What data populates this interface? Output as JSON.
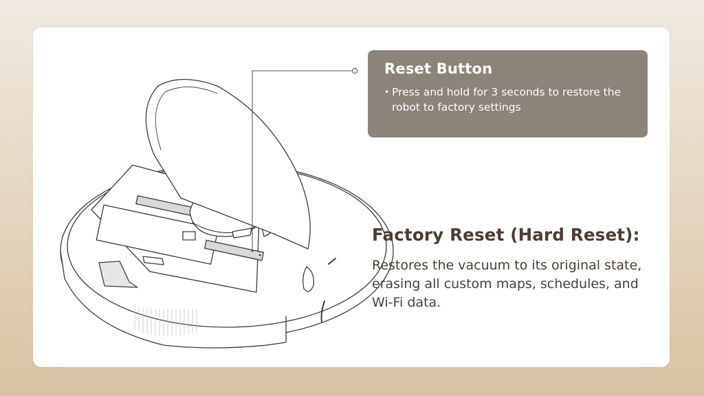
{
  "callout": {
    "title": "Reset Button",
    "text": "Press and hold for 3 seconds to restore the robot to factory settings"
  },
  "section": {
    "heading": "Factory Reset (Hard Reset):",
    "description": "Restores the vacuum to its original state, erasing all custom maps, schedules, and Wi-Fi data."
  },
  "colors": {
    "callout_bg": "#8c837a",
    "heading": "#4a3e35",
    "line_art": "#3a3a3a"
  },
  "icons": {
    "illustration": "robot-vacuum-open-lid-line-art"
  }
}
